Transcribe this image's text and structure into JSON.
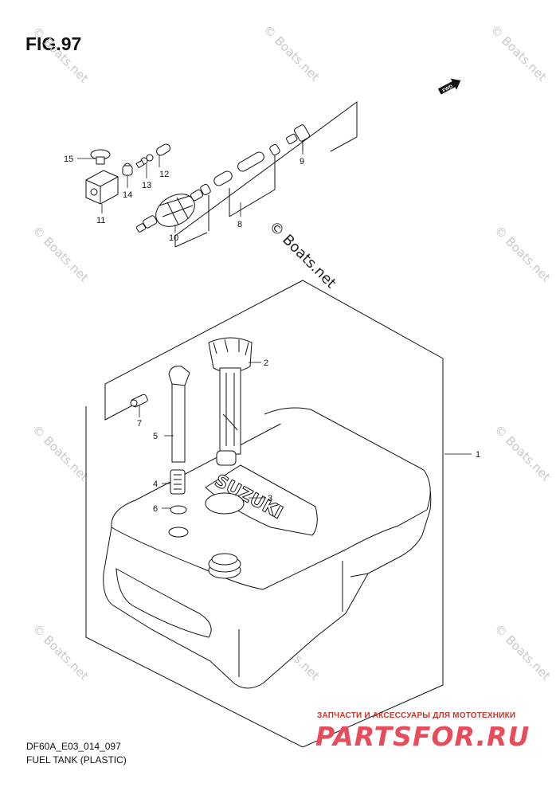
{
  "figure": {
    "title": "FIG.97",
    "code": "DF60A_E03_014_097",
    "caption": "FUEL TANK (PLASTIC)"
  },
  "arrow": {
    "label": "FWD"
  },
  "callouts": [
    "1",
    "2",
    "3",
    "4",
    "5",
    "6",
    "7",
    "8",
    "9",
    "10",
    "11",
    "12",
    "13",
    "14",
    "15"
  ],
  "watermark": {
    "text": "© Boats.net"
  },
  "advert": {
    "tagline": "ЗАПЧАСТИ И АКСЕССУАРЫ ДЛЯ МОТОТЕХНИКИ",
    "logo": "PARTSFOR.RU"
  },
  "tank": {
    "brand": "SUZUKI"
  }
}
